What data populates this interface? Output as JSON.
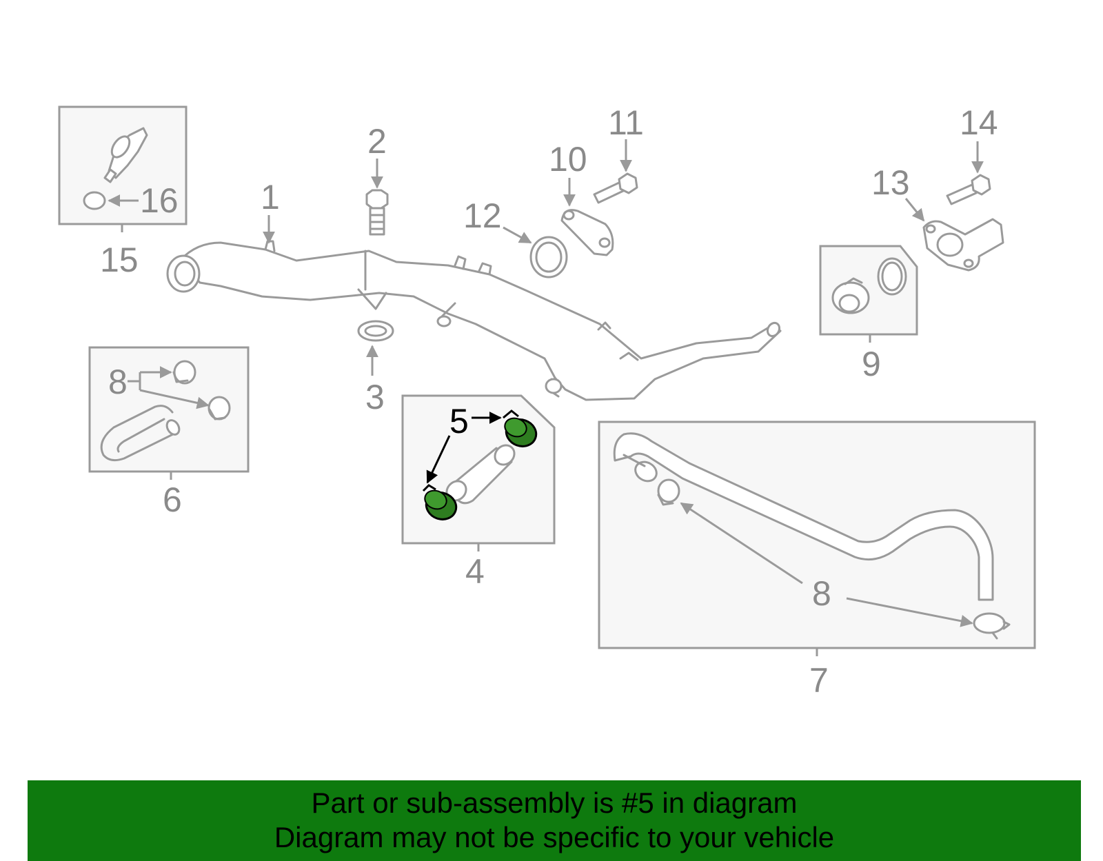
{
  "banner": {
    "line1": "Part or sub-assembly is #5 in diagram",
    "line2": "Diagram may not be specific to your vehicle"
  },
  "colors": {
    "banner_bg": "#0e7a0e",
    "highlight": "#2e7d20",
    "part_stroke": "#9a9a9a"
  },
  "selected_part": "5",
  "callouts": {
    "c1": "1",
    "c2": "2",
    "c3": "3",
    "c4": "4",
    "c5": "5",
    "c6": "6",
    "c7": "7",
    "c8a": "8",
    "c8b": "8",
    "c9": "9",
    "c10": "10",
    "c11": "11",
    "c12": "12",
    "c13": "13",
    "c14": "14",
    "c15": "15",
    "c16": "16"
  }
}
